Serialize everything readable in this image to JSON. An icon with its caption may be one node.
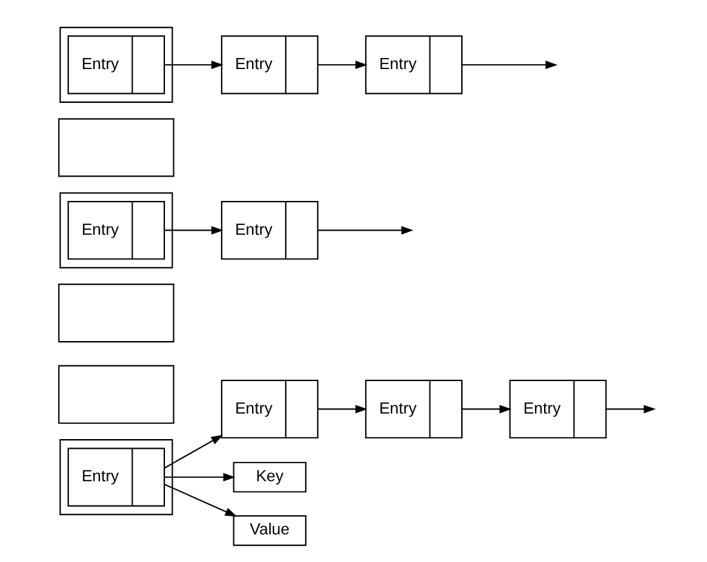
{
  "diagram": {
    "nodes": [
      {
        "text": [],
        "shape": "box"
      },
      {
        "text": [
          "Entry"
        ],
        "in": 0
      },
      {
        "text": [
          "Entry"
        ]
      },
      {
        "text": [
          "Entry"
        ]
      },
      {
        "text": [
          "Entry"
        ]
      },
      {
        "text": [
          "Key"
        ]
      },
      {
        "text": [
          "Value"
        ]
      },
      {
        "text": [],
        "shape": "box"
      },
      {
        "text": [],
        "shape": "box"
      },
      {
        "text": [],
        "shape": "box"
      },
      {
        "text": [
          "Entry"
        ],
        "in": 9
      },
      {
        "text": [
          "Entry"
        ]
      },
      {
        "text": [],
        "shape": "box"
      },
      {
        "text": [],
        "shape": "box"
      },
      {
        "text": [
          "Entry"
        ],
        "in": 13
      },
      {
        "text": [
          "Entry"
        ]
      },
      {
        "text": [
          "Entry"
        ]
      }
    ],
    "edges": [
      {
        "from": 1,
        "to": 2,
        "arrow": "to"
      },
      {
        "from": 2,
        "to": 3,
        "arrow": "to"
      },
      {
        "from": 3,
        "to": 4,
        "arrow": "to"
      },
      {
        "from": 4,
        "to": null,
        "arrow": "to"
      },
      {
        "from": 1,
        "to": 5,
        "arrow": "to"
      },
      {
        "from": 1,
        "to": 6,
        "arrow": "to"
      },
      {
        "from": 10,
        "to": 11,
        "arrow": "to"
      },
      {
        "from": 11,
        "to": null,
        "arrow": "to"
      },
      {
        "from": 14,
        "to": 15,
        "arrow": "to"
      },
      {
        "from": 15,
        "to": 16,
        "arrow": "to"
      },
      {
        "from": 16,
        "to": null,
        "arrow": "to"
      }
    ]
  }
}
